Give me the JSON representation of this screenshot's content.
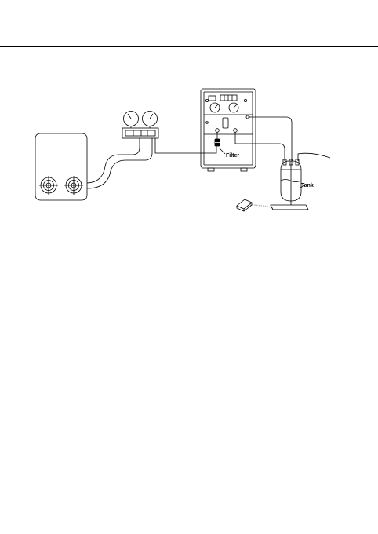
{
  "labels": {
    "filter": "Filter",
    "tank": "Tank"
  },
  "colors": {
    "line": "#000000",
    "background": "#ffffff",
    "scale": "#b8b8b8"
  },
  "components": {
    "condensing_unit": "outdoor-unit-with-two-fans",
    "manifold": "manifold-gauge-set-two-gauges",
    "recovery_machine": "refrigerant-recovery-machine",
    "filter": "inline-filter-drier",
    "tank": "recovery-cylinder",
    "scale": "weighing-scale-with-remote-display"
  }
}
